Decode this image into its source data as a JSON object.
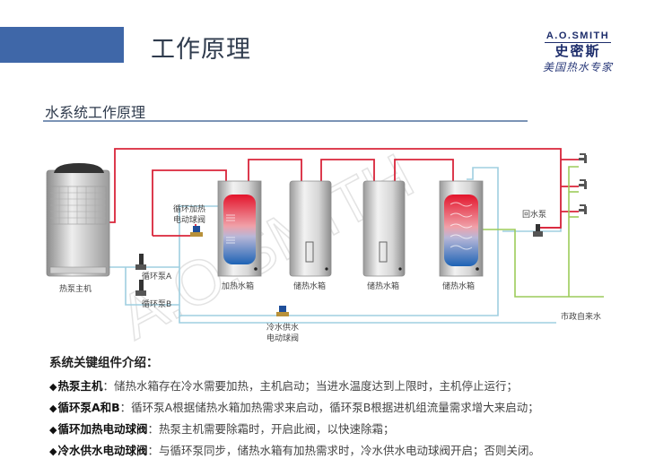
{
  "header": {
    "title": "工作原理",
    "accent_color": "#3f67a8"
  },
  "logo": {
    "brand_en": "A.O.SMITH",
    "brand_cn": "史密斯",
    "slogan": "美国热水专家"
  },
  "section": {
    "title": "水系统工作原理"
  },
  "diagram": {
    "watermark": "A.O.SMITH",
    "components": {
      "heat_pump": "热泵主机",
      "pump_a": "循环泵A",
      "pump_b": "循环泵B",
      "heating_valve_line1": "循环加热",
      "heating_valve_line2": "电动球阀",
      "heating_tank": "加热水箱",
      "storage_tank_1": "储热水箱",
      "storage_tank_2": "储热水箱",
      "storage_tank_3": "储热水箱",
      "cold_valve_line1": "冷水供水",
      "cold_valve_line2": "电动球阀",
      "return_pump": "回水泵",
      "city_water": "市政自来水"
    },
    "pipe_colors": {
      "hot": "#d9253a",
      "circulation": "#9fcfe0",
      "cold": "#9ccc5a"
    }
  },
  "intro": {
    "title": "系统关键组件介绍：",
    "items": [
      {
        "name": "热泵主机",
        "desc": "：储热水箱存在冷水需要加热，主机启动；当进水温度达到上限时，主机停止运行；"
      },
      {
        "name": "循环泵A和B",
        "desc": "：循环泵A根据储热水箱加热需求来启动，循环泵B根据进机组流量需求增大来启动；"
      },
      {
        "name": "循环加热电动球阀",
        "desc": "：热泵主机需要除霜时，开启此阀，以快速除霜；"
      },
      {
        "name": "冷水供水电动球阀",
        "desc": "：与循环泵同步，储热水箱有加热需求时，冷水供水电动球阀开启；否则关闭。"
      }
    ]
  }
}
